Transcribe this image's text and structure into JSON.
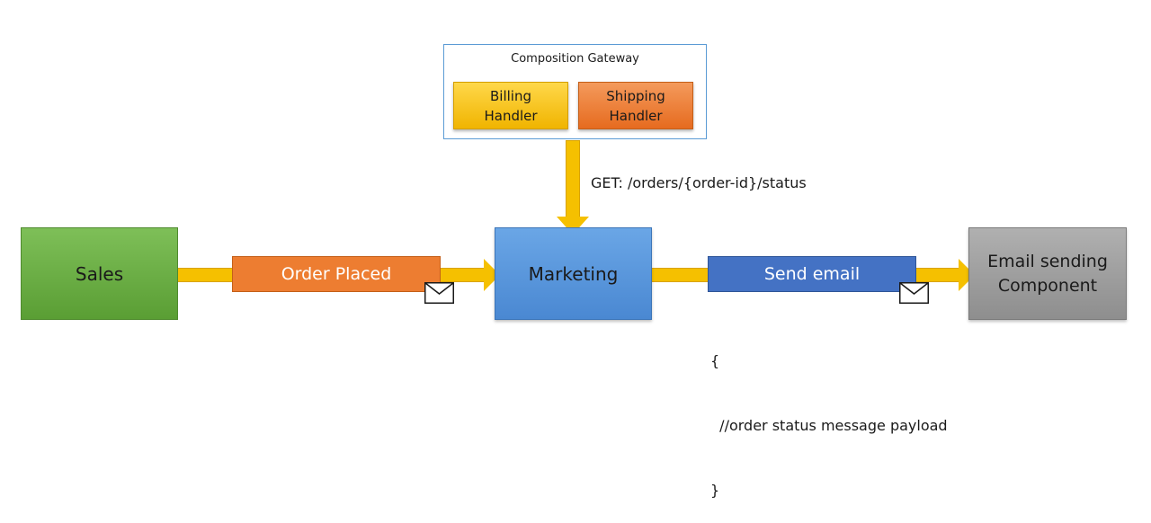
{
  "gateway": {
    "title": "Composition Gateway",
    "billing_label": "Billing\nHandler",
    "shipping_label": "Shipping\nHandler"
  },
  "request": {
    "label": "GET: /orders/{order-id}/status"
  },
  "nodes": {
    "sales": "Sales",
    "marketing": "Marketing",
    "email_component": "Email sending\nComponent"
  },
  "messages": {
    "order_placed": "Order Placed",
    "send_email": "Send email"
  },
  "payload": {
    "open": "{",
    "comment": "  //order status message payload",
    "close": "}"
  },
  "colors": {
    "arrow": "#f5c000",
    "sales": "#5a9e34",
    "marketing": "#4a88d2",
    "email_component": "#8e8e8e",
    "order_placed": "#ed7d31",
    "send_email": "#4472c4",
    "billing": "#f0b400",
    "shipping": "#e66b1f",
    "gateway_border": "#5b9bd5"
  }
}
